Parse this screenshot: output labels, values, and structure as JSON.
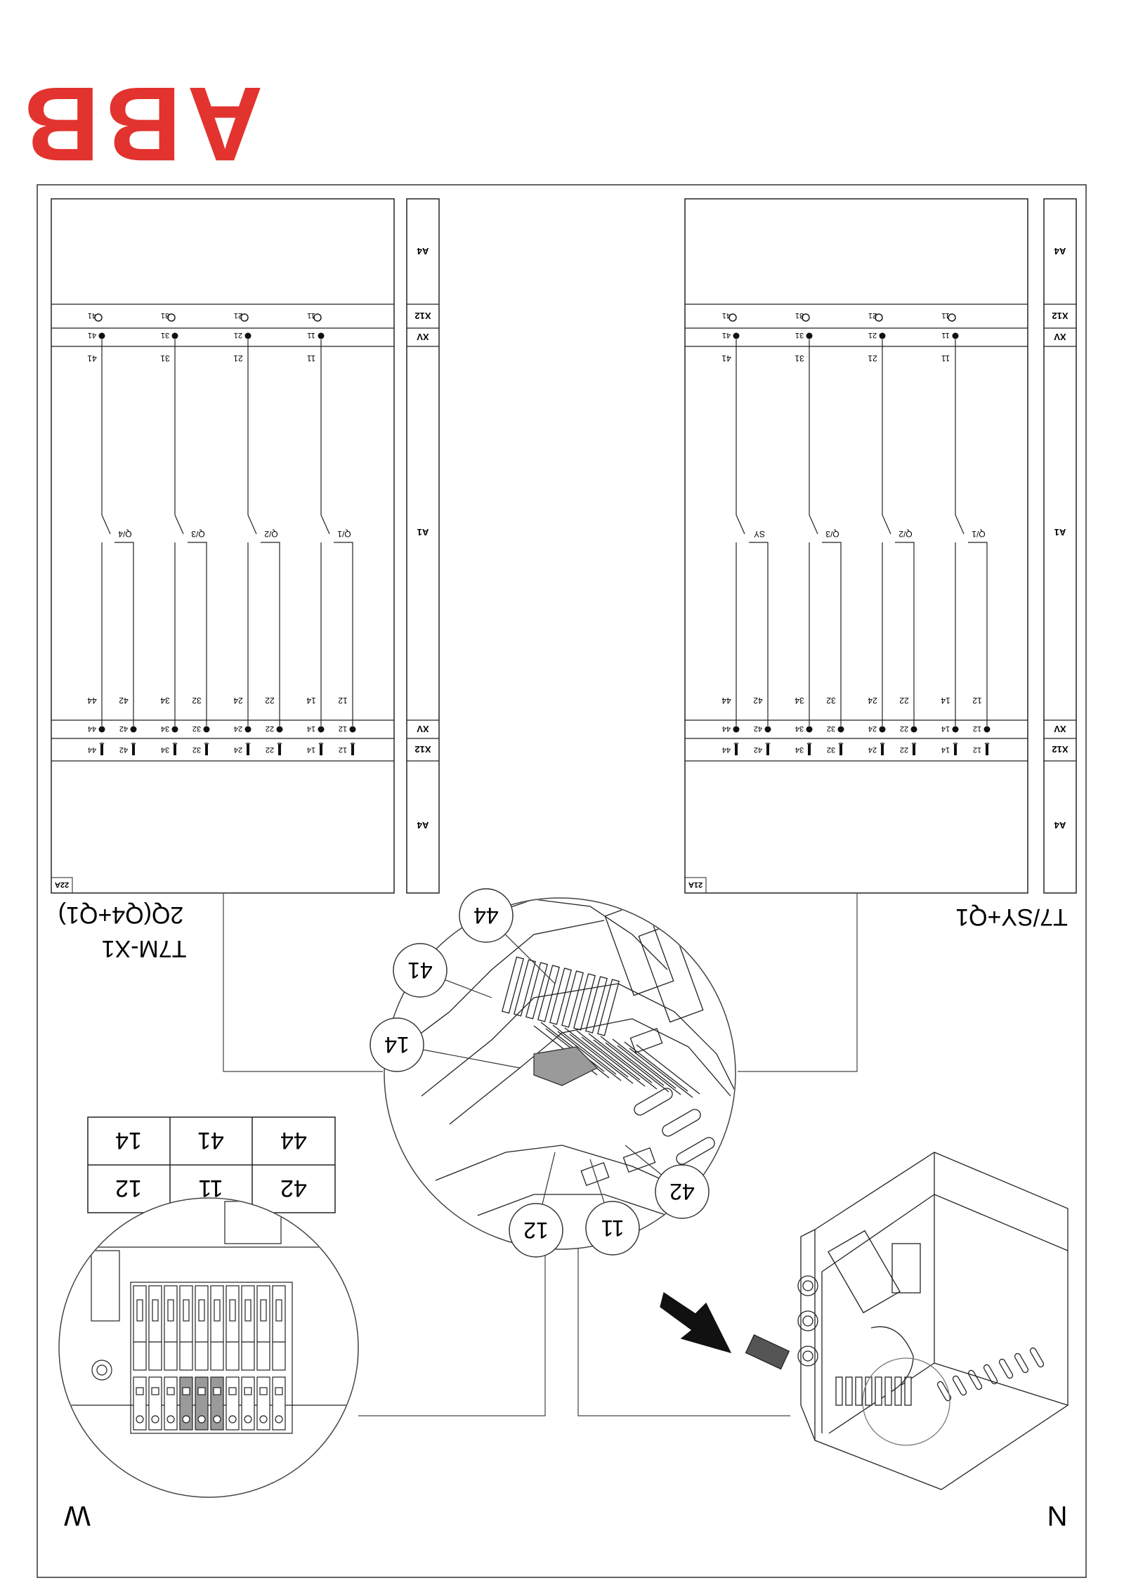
{
  "logo": {
    "text": "ABB",
    "color": "#e2332e"
  },
  "left_diagram": {
    "sheet_id": "22A",
    "rows": {
      "top": "A4",
      "x12": "X12",
      "xv": "XV",
      "middle": "A1"
    },
    "contacts": [
      {
        "name": "Q/4",
        "common": "41",
        "no": "44",
        "nc": "42"
      },
      {
        "name": "Q/3",
        "common": "31",
        "no": "34",
        "nc": "32"
      },
      {
        "name": "Q/2",
        "common": "21",
        "no": "24",
        "nc": "22"
      },
      {
        "name": "Q/1",
        "common": "11",
        "no": "14",
        "nc": "12"
      }
    ],
    "caption_line1": "T7M-X1",
    "caption_line2": "2Q(Q4+Q1)"
  },
  "right_diagram": {
    "sheet_id": "21A",
    "rows": {
      "top": "A4",
      "x12": "X12",
      "xv": "XV",
      "middle": "A1"
    },
    "contacts": [
      {
        "name": "SY",
        "common": "41",
        "no": "44",
        "nc": "42"
      },
      {
        "name": "Q/3",
        "common": "31",
        "no": "34",
        "nc": "32"
      },
      {
        "name": "Q/2",
        "common": "21",
        "no": "24",
        "nc": "22"
      },
      {
        "name": "Q/1",
        "common": "11",
        "no": "14",
        "nc": "12"
      }
    ],
    "caption": "T7/SY+Q1"
  },
  "callouts": [
    "44",
    "41",
    "14",
    "42",
    "11",
    "12"
  ],
  "terminal_table": [
    [
      "44",
      "41",
      "14"
    ],
    [
      "42",
      "11",
      "12"
    ]
  ],
  "corner_labels": {
    "left": "W",
    "right": "N"
  }
}
